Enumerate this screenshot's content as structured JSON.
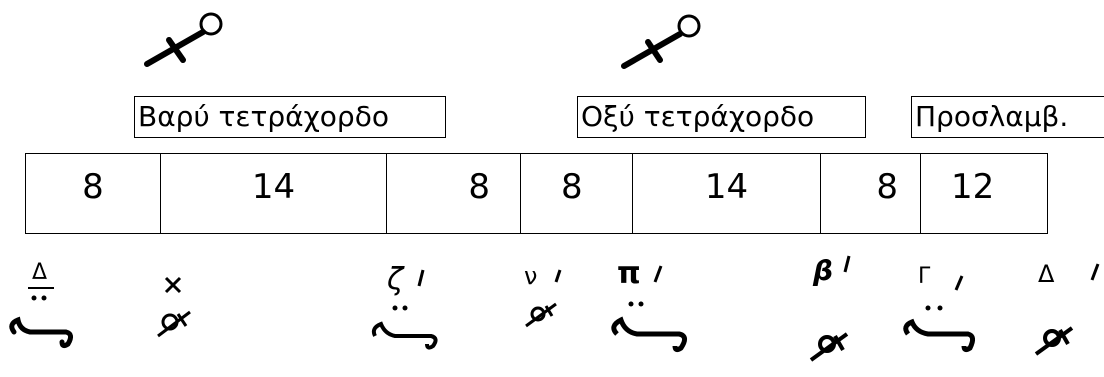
{
  "fthora_icons": [
    "diesis-fthora-icon",
    "diesis-fthora-icon"
  ],
  "labels": [
    {
      "text": "Βαρύ τετράχορδο"
    },
    {
      "text": "Οξύ τετράχορδο"
    },
    {
      "text": "Προσλαμβ."
    }
  ],
  "intervals": [
    "8",
    "14",
    "8",
    "8",
    "14",
    "8",
    "12"
  ],
  "neume_marks": [
    "Δ",
    "",
    "ζ",
    "ν",
    "π",
    "β",
    "Γ",
    "Δ"
  ]
}
